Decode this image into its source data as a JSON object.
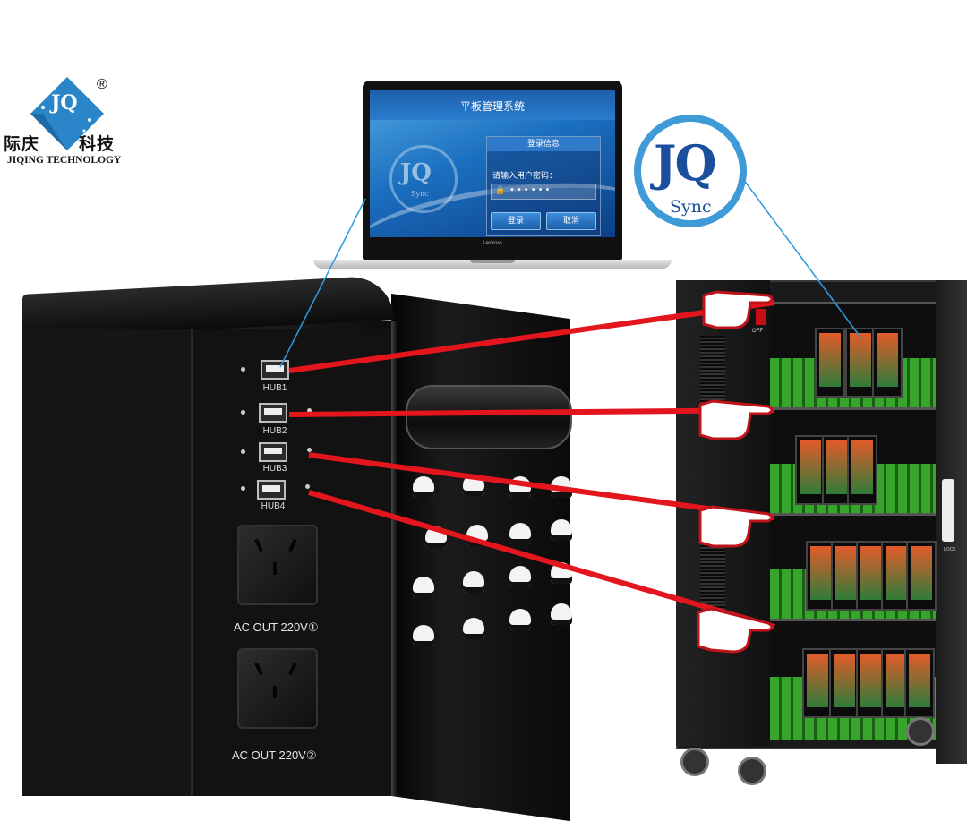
{
  "logo": {
    "mark": "JQ",
    "reg": "®",
    "cn_left": "际庆",
    "cn_right": "科技",
    "en": "JIQING TECHNOLOGY",
    "color": "#2b86c9"
  },
  "laptop": {
    "title": "平板管理系统",
    "login_header": "登录信息",
    "prompt": "请输入用户密码：",
    "password_mask": "••••••",
    "login_btn": "登录",
    "cancel_btn": "取消",
    "screen_logo": "JQ",
    "screen_logo_sub": "Sync",
    "brand": "Lenovo"
  },
  "sync_logo": {
    "mark": "JQ",
    "sub": "Sync",
    "arrow_color": "#3f9ad8",
    "text_color": "#1b4f9d"
  },
  "hub_ports": [
    {
      "label": "HUB1"
    },
    {
      "label": "HUB2"
    },
    {
      "label": "HUB3"
    },
    {
      "label": "HUB4"
    }
  ],
  "outlets": [
    {
      "label": "AC OUT 220V①"
    },
    {
      "label": "AC OUT 220V②"
    }
  ],
  "right_cabinet": {
    "switch_label": "OFF",
    "lock_label": "LOCK"
  },
  "colors": {
    "connector_red": "#e3151d",
    "connector_blue": "#2d9be0"
  }
}
